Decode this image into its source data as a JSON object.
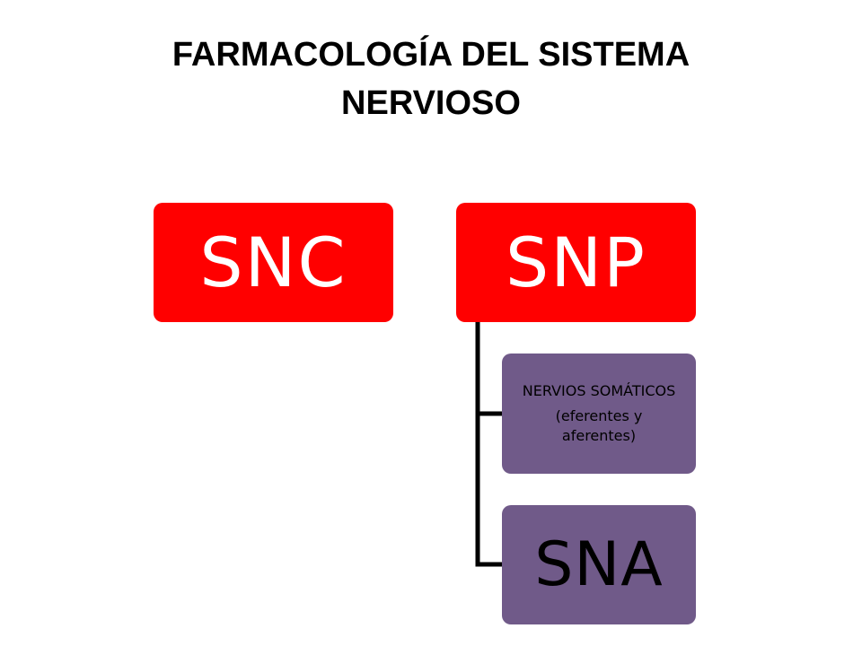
{
  "title": {
    "line1": "FARMACOLOGÍA DEL SISTEMA",
    "line2": "NERVIOSO"
  },
  "nodes": {
    "snc": "SNC",
    "snp": "SNP",
    "somaticos": {
      "line1": "NERVIOS SOMÁTICOS",
      "line2": "(eferentes y aferentes)"
    },
    "sna": "SNA"
  },
  "colors": {
    "top_level": "#ff0000",
    "child_level": "#705a89",
    "connector": "#000000"
  }
}
